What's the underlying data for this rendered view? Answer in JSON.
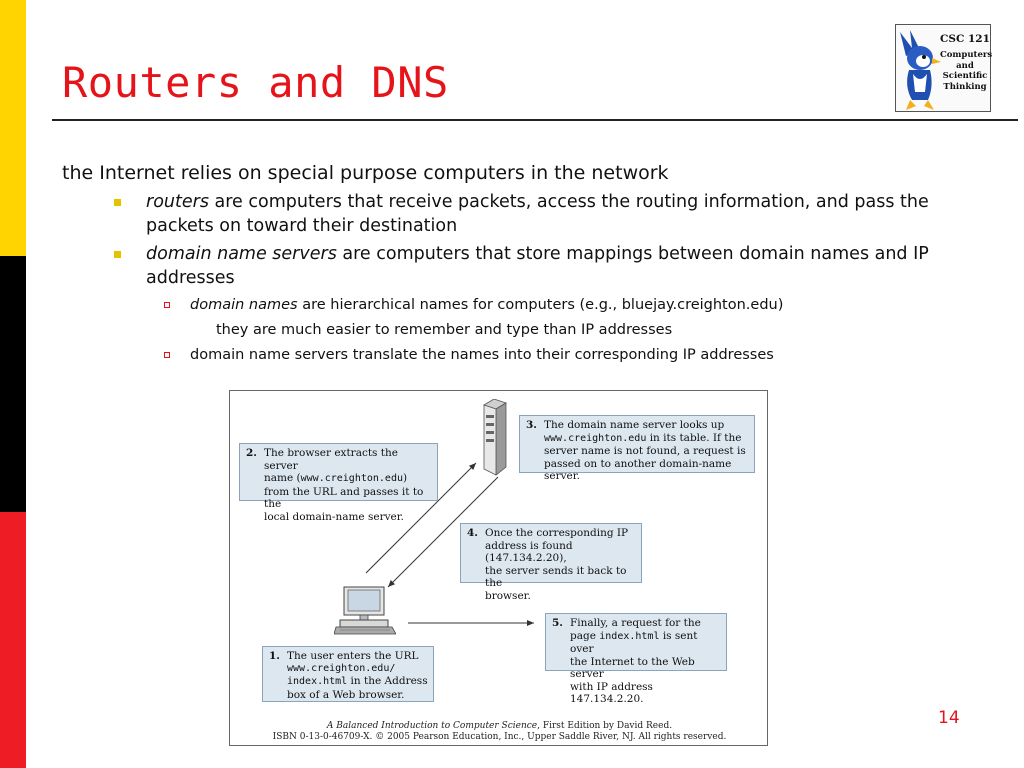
{
  "slide": {
    "title": "Routers and DNS",
    "page_number": "14"
  },
  "logo": {
    "course": "CSC 121",
    "subtitle_lines": [
      "Computers",
      "and",
      "Scientific",
      "Thinking"
    ]
  },
  "content": {
    "intro": "the Internet relies on special purpose computers in the network",
    "bullets": [
      {
        "term": "routers",
        "text": " are computers that receive packets, access the routing information, and pass the packets on toward their destination"
      },
      {
        "term": "domain name servers",
        "text": " are computers that store mappings between domain names and IP addresses"
      }
    ],
    "sub_bullets": [
      {
        "term": "domain names",
        "text": " are hierarchical names for computers (e.g., bluejay.creighton.edu)"
      },
      {
        "text": "domain name servers translate the names into their corresponding IP addresses"
      }
    ],
    "continuation": "they are much easier to remember and type than IP addresses"
  },
  "figure": {
    "steps": {
      "s1": {
        "num": "1.",
        "t1": "The user enters the URL",
        "c1": "www.creighton.edu/",
        "c2": "index.html",
        "t2": " in the Address",
        "t3": "box of a Web browser."
      },
      "s2": {
        "num": "2.",
        "t1": "The browser extracts the server",
        "t2": "name (",
        "c1": "www.creighton.edu",
        "t3": ")",
        "t4": "from the URL and passes it to the",
        "t5": "local domain-name server."
      },
      "s3": {
        "num": "3.",
        "t1": "The domain name server looks up",
        "c1": "www.creighton.edu",
        "t2": " in its table. If the",
        "t3": "server name is not found, a request is",
        "t4": "passed on to another domain-name server."
      },
      "s4": {
        "num": "4.",
        "t1": "Once the corresponding IP",
        "t2": "address is found (147.134.2.20),",
        "t3": "the server sends it back to the",
        "t4": "browser."
      },
      "s5": {
        "num": "5.",
        "t1": "Finally, a request for the",
        "t2": "page ",
        "c1": "index.html",
        "t3": " is sent over",
        "t4": "the Internet to the Web server",
        "t5": "with IP address 147.134.2.20."
      }
    },
    "credit_line1_italic": "A Balanced Introduction to Computer Science",
    "credit_line1_rest": ", First Edition by David Reed.",
    "credit_line2": "ISBN 0-13-0-46709-X. © 2005 Pearson Education, Inc., Upper Saddle River, NJ. All rights reserved."
  },
  "colors": {
    "title": "#e5141b",
    "stripe_yellow": "#ffd400",
    "stripe_black": "#000000",
    "stripe_red": "#ee1c24",
    "note_fill": "#dde7f0",
    "bullet_yellow": "#e6c200"
  }
}
